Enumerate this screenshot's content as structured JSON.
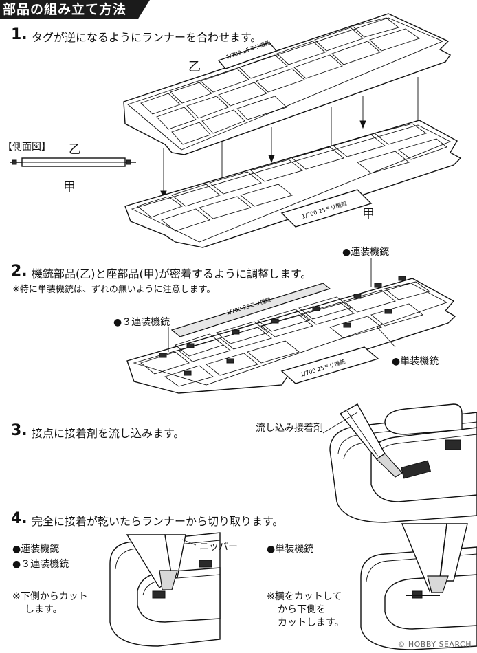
{
  "header": {
    "title": "部品の組み立て方法"
  },
  "step1": {
    "number": "1.",
    "text": "タグが逆になるようにランナーを合わせます。",
    "label_top": "乙",
    "label_bottom": "甲",
    "side_view_label": "【側面図】",
    "side_view_top": "乙",
    "side_view_bottom": "甲",
    "runner_tag_top": "1/700 25ミリ機銃",
    "runner_tag_bottom": "1/700 25ミリ機銃"
  },
  "step2": {
    "number": "2.",
    "text": "機銃部品(乙)と座部品(甲)が密着するように調整します。",
    "note": "※特に単装機銃は、ずれの無いように注意します。",
    "callout_renso": "●連装機銃",
    "callout_3renso": "●３連装機銃",
    "callout_tanso": "●単装機銃",
    "runner_tag": "1/700 25ミリ機銃"
  },
  "step3": {
    "number": "3.",
    "text": "接点に接着剤を流し込みます。",
    "callout": "流し込み接着剤"
  },
  "step4": {
    "number": "4.",
    "text": "完全に接着が乾いたらランナーから切り取ります。",
    "left_item1": "●連装機銃",
    "left_item2": "●３連装機銃",
    "left_note_line1": "※下側からカット",
    "left_note_line2": "します。",
    "nipper_label": "ニッパー",
    "right_item": "●単装機銃",
    "right_note_line1": "※横をカットして",
    "right_note_line2": "から下側を",
    "right_note_line3": "カットします。"
  },
  "watermark": "© HOBBY SEARCH"
}
